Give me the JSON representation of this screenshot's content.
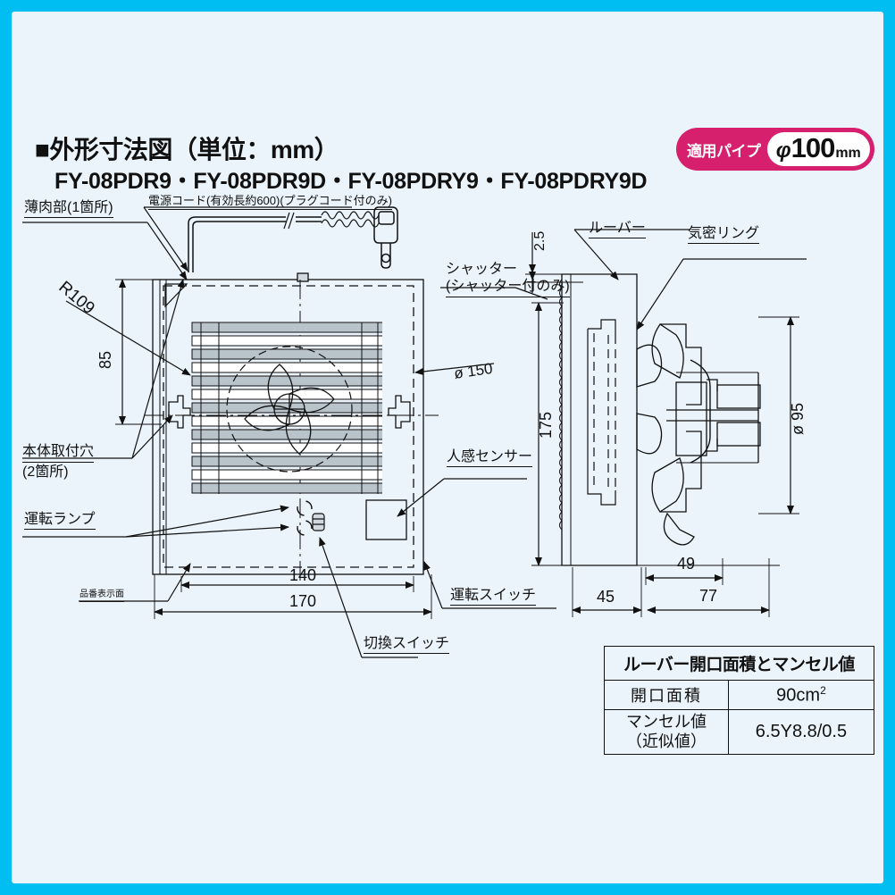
{
  "header": {
    "title": "■外形寸法図（単位：mm）",
    "models": "FY-08PDR9・FY-08PDR9D・FY-08PDRY9・FY-08PDRY9D"
  },
  "badge": {
    "left_text": "適用パイプ",
    "phi": "φ",
    "value": "100",
    "unit": "mm",
    "bg_color": "#d6206e",
    "text_color": "#ffffff"
  },
  "callouts": {
    "thin_wall": "薄肉部(1箇所)",
    "power_cord": "電源コード(有効長約600)(プラグコード付のみ)",
    "mount_hole_1": "本体取付穴",
    "mount_hole_2": "(2箇所)",
    "operation_lamp": "運転ランプ",
    "model_plate": "品番表示面",
    "switch_change": "切換スイッチ",
    "operation_switch": "運転スイッチ",
    "human_sensor": "人感センサー",
    "shutter_1": "シャッター",
    "shutter_2": "(シャッター付のみ)",
    "louver": "ルーバー",
    "airtight_ring": "気密リング"
  },
  "dimensions": {
    "r109": "R109",
    "d85": "85",
    "d140": "140",
    "d170": "170",
    "phi150": "ø 150",
    "d175": "175",
    "d25": "2.5",
    "phi95": "ø 95",
    "d45": "45",
    "d49": "49",
    "d77": "77"
  },
  "table": {
    "title": "ルーバー開口面積とマンセル値",
    "rows": [
      {
        "label": "開口面積",
        "label2": "",
        "value": "90cm",
        "sup": "2"
      },
      {
        "label": "マンセル値",
        "label2": "（近似値）",
        "value": "6.5Y8.8/0.5",
        "sup": ""
      }
    ]
  },
  "colors": {
    "frame": "#00bdf2",
    "canvas": "#eaf4fa",
    "ink": "#111111"
  }
}
